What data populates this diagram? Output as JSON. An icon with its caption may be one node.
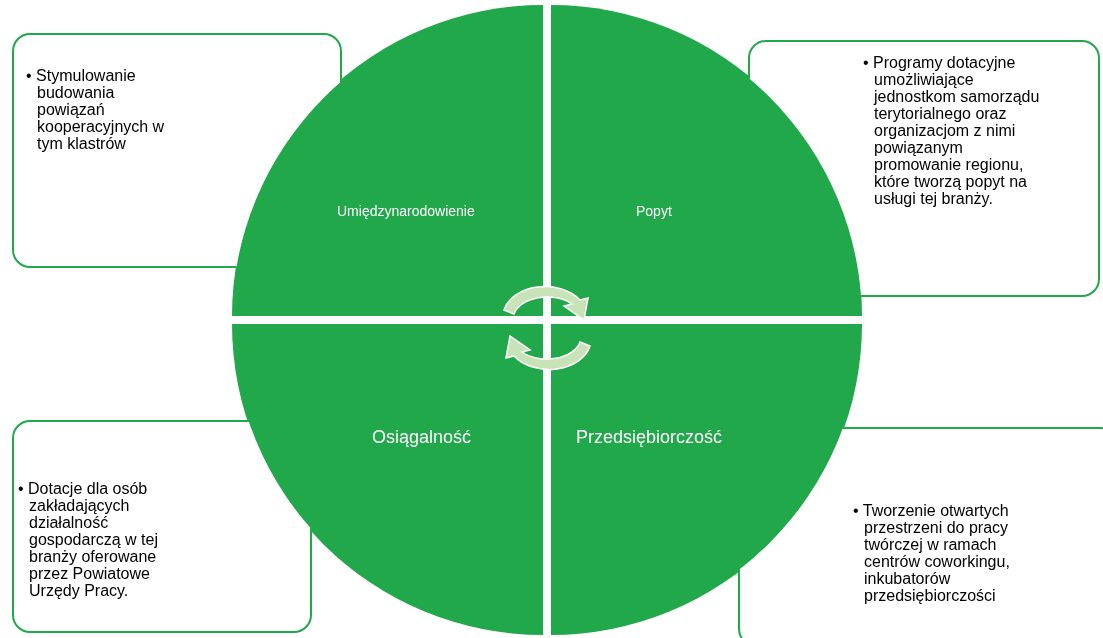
{
  "diagram": {
    "nodes": [
      {
        "text": [
          "• Stymulowanie budowania powiązań kooperacyjnych w tym klastrów"
        ]
      },
      {
        "text": [
          "Umiędzynarodowienie"
        ]
      },
      {
        "text": [
          "Popyt"
        ]
      },
      {
        "text": [
          "• Programy dotacyjne umożliwiające jednostkom samorządu terytorialnego oraz organizacjom z nimi powiązanym promowanie regionu, które tworzą popyt na usługi tej branży."
        ]
      },
      {
        "text": [
          "Osiągalność"
        ]
      },
      {
        "text": [
          "Przedsiębiorczość"
        ]
      },
      {
        "text": [
          "• Dotacje dla osób zakładających działalność gospodarczą w tej branży oferowane przez Powiatowe Urzędy Pracy."
        ]
      },
      {
        "text": [
          "• Tworzenie otwartych przestrzeni do pracy twórczej w ramach centrów coworkingu, inkubatorów przedsiębiorczości"
        ]
      }
    ],
    "edges": []
  }
}
